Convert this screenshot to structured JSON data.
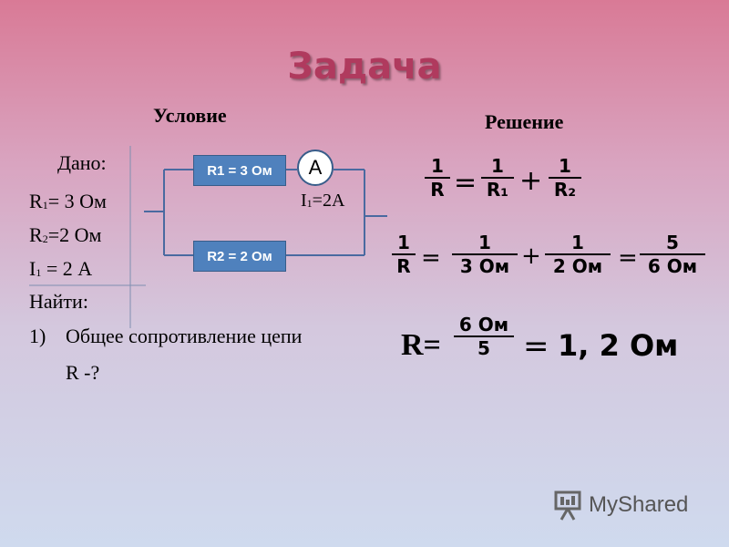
{
  "slide": {
    "title": "Задача",
    "condition_heading": "Условие",
    "solution_heading": "Решение"
  },
  "given": {
    "label": "Дано:",
    "r1_label": "R",
    "r1_sub": "1",
    "r1_value": "= 3 Ом",
    "r2_label": "R",
    "r2_sub": "2",
    "r2_value": "=2 Ом",
    "i1_label": "I",
    "i1_sub": "1",
    "i1_value": " = 2 А",
    "find_label": "Найти:",
    "item_number": "1)",
    "item_text": "Общее сопротивление цепи",
    "item_query": "R -?"
  },
  "circuit": {
    "r1_box": "R1 = 3 Ом",
    "r2_box": "R2 = 2 Ом",
    "ammeter": "A",
    "current_label": "I",
    "current_sub": "1",
    "current_value": "=2А"
  },
  "solution": {
    "eq1": {
      "lhs_num": "1",
      "lhs_den": "R",
      "eq": "=",
      "t1_num": "1",
      "t1_den": "R₁",
      "plus": "+",
      "t2_num": "1",
      "t2_den": "R₂"
    },
    "eq2": {
      "lhs_num": "1",
      "lhs_den": "R",
      "eq": "=",
      "t1_num": "1",
      "t1_den": "3 Ом",
      "plus": "+",
      "t2_num": "1",
      "t2_den": "2 Ом",
      "eq2": "=",
      "res_num": "5",
      "res_den": "6 Ом"
    },
    "eq3": {
      "lhs": "R=",
      "num": "6 Ом",
      "den": "5",
      "eq": "=",
      "result": "1, 2 Ом"
    }
  },
  "watermark": {
    "text": "MyShared",
    "icon": "presentation-board-icon"
  }
}
